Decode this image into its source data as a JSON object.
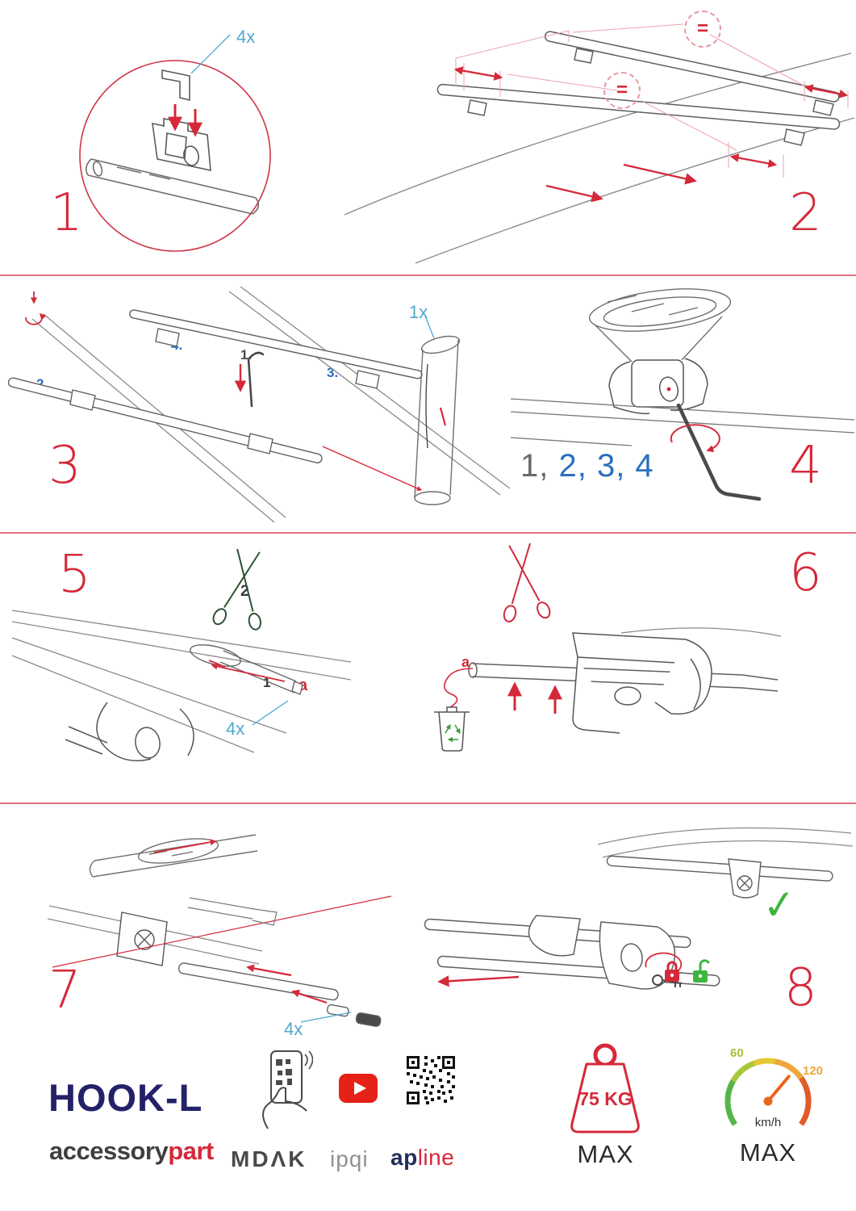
{
  "page": {
    "description": "HOOK-L roof bar mounting instruction sheet, 8 steps"
  },
  "colors": {
    "step_red": "#d5293a",
    "label_blue": "#4fa8cf",
    "sequence_blue": "#2b6fc0",
    "navy": "#232269",
    "green": "#3db53d",
    "youtube_red": "#e62117",
    "gauge_orange": "#e8661a"
  },
  "icons": {
    "check_glyph": "✓",
    "named": [
      "magnifier-circle",
      "scissors-icon",
      "trash-bin-icon",
      "recycle-icon",
      "lock-closed-icon",
      "lock-open-icon",
      "check-icon",
      "phone-qr-icon",
      "youtube-icon",
      "qr-code",
      "weight-icon",
      "speedometer-icon",
      "hex-key",
      "equal-badge"
    ]
  },
  "steps": {
    "s1": {
      "number": "1",
      "count": "4x"
    },
    "s2": {
      "number": "2",
      "equal_top": "=",
      "equal_mid": "="
    },
    "s3": {
      "number": "3",
      "count": "1x",
      "sub1": "1.",
      "sub2": "2.",
      "sub3": "3.",
      "sub4": "4."
    },
    "s4": {
      "number": "4",
      "seq_first": "1,",
      "seq_rest": " 2, 3, 4"
    },
    "s5": {
      "number": "5",
      "label_cut": "2",
      "label_pull": "1",
      "label_a": "a",
      "count": "4x"
    },
    "s6": {
      "number": "6",
      "label_a": "a"
    },
    "s7": {
      "number": "7",
      "count": "4x"
    },
    "s8": {
      "number": "8",
      "check": "✓"
    }
  },
  "footer": {
    "product": "HOOK-L",
    "brand_left": "accessory",
    "brand_right": "part",
    "logo_mdak": "MDΛK",
    "logo_ipqi": "ipqi",
    "logo_ap": "ap",
    "logo_line": "line",
    "weight": {
      "value": "75 KG",
      "max": "MAX"
    },
    "speed": {
      "low": "60",
      "high": "120",
      "unit": "km/h",
      "max": "MAX"
    }
  }
}
